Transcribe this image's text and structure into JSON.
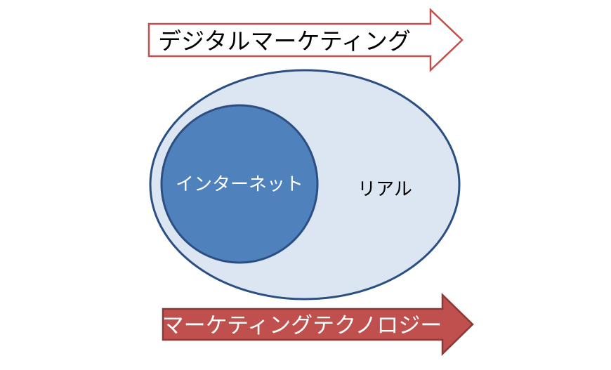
{
  "diagram": {
    "top_arrow": {
      "label": "デジタルマーケティング",
      "fill": "#ffffff",
      "stroke": "#c0504d",
      "text_color": "#000000"
    },
    "outer_ellipse": {
      "label": "リアル",
      "fill": "#dce6f2",
      "stroke": "#2c4f82",
      "text_color": "#000000"
    },
    "inner_circle": {
      "label": "インターネット",
      "fill": "#4f81bd",
      "stroke": "#2c4f82",
      "text_color": "#ffffff"
    },
    "bottom_arrow": {
      "label": "マーケティングテクノロジー",
      "fill": "#c0504d",
      "stroke": "#8c3836",
      "text_color": "#ffffff"
    }
  }
}
